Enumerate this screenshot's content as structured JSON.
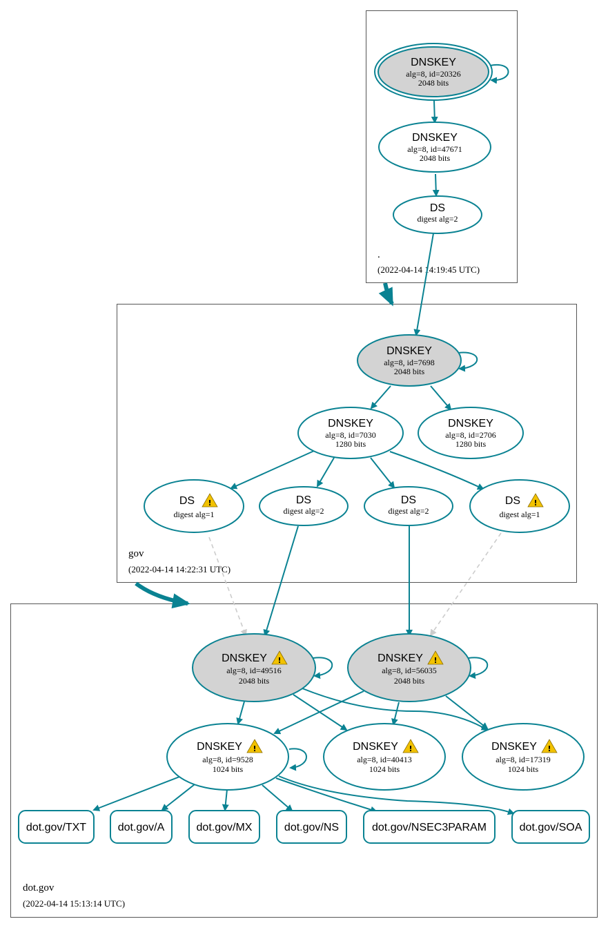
{
  "zones": [
    {
      "id": "root",
      "label": ".",
      "timestamp": "(2022-04-14 14:19:45 UTC)"
    },
    {
      "id": "gov",
      "label": "gov",
      "timestamp": "(2022-04-14 14:22:31 UTC)"
    },
    {
      "id": "dotgov",
      "label": "dot.gov",
      "timestamp": "(2022-04-14 15:13:14 UTC)"
    }
  ],
  "nodes": {
    "root_ksk": {
      "title": "DNSKEY",
      "line1": "alg=8, id=20326",
      "line2": "2048 bits"
    },
    "root_zsk": {
      "title": "DNSKEY",
      "line1": "alg=8, id=47671",
      "line2": "2048 bits"
    },
    "root_ds": {
      "title": "DS",
      "line1": "digest alg=2"
    },
    "gov_ksk": {
      "title": "DNSKEY",
      "line1": "alg=8, id=7698",
      "line2": "2048 bits"
    },
    "gov_zsk1": {
      "title": "DNSKEY",
      "line1": "alg=8, id=7030",
      "line2": "1280 bits"
    },
    "gov_zsk2": {
      "title": "DNSKEY",
      "line1": "alg=8, id=2706",
      "line2": "1280 bits"
    },
    "gov_ds1": {
      "title": "DS",
      "line1": "digest alg=1",
      "warning": true
    },
    "gov_ds2": {
      "title": "DS",
      "line1": "digest alg=2"
    },
    "gov_ds3": {
      "title": "DS",
      "line1": "digest alg=2"
    },
    "gov_ds4": {
      "title": "DS",
      "line1": "digest alg=1",
      "warning": true
    },
    "dg_ksk1": {
      "title": "DNSKEY",
      "line1": "alg=8, id=49516",
      "line2": "2048 bits",
      "warning": true
    },
    "dg_ksk2": {
      "title": "DNSKEY",
      "line1": "alg=8, id=56035",
      "line2": "2048 bits",
      "warning": true
    },
    "dg_zsk1": {
      "title": "DNSKEY",
      "line1": "alg=8, id=9528",
      "line2": "1024 bits",
      "warning": true
    },
    "dg_zsk2": {
      "title": "DNSKEY",
      "line1": "alg=8, id=40413",
      "line2": "1024 bits",
      "warning": true
    },
    "dg_zsk3": {
      "title": "DNSKEY",
      "line1": "alg=8, id=17319",
      "line2": "1024 bits",
      "warning": true
    }
  },
  "records": [
    "dot.gov/TXT",
    "dot.gov/A",
    "dot.gov/MX",
    "dot.gov/NS",
    "dot.gov/NSEC3PARAM",
    "dot.gov/SOA"
  ],
  "colors": {
    "edge": "#0a8292",
    "ksk_fill": "#d3d3d3",
    "insecure_edge": "#cccccc",
    "warning": "#f2c200"
  }
}
